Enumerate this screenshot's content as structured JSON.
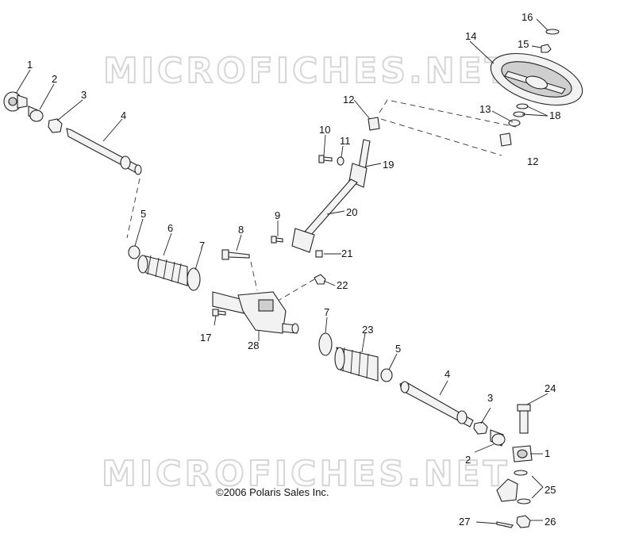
{
  "watermark_text": "MICROFICHES.NET",
  "copyright": "©2006 Polaris Sales Inc.",
  "callouts": [
    "1",
    "2",
    "3",
    "4",
    "5",
    "6",
    "7",
    "8",
    "9",
    "10",
    "11",
    "12",
    "13",
    "14",
    "15",
    "16",
    "17",
    "18",
    "19",
    "20",
    "21",
    "22",
    "23",
    "24",
    "25",
    "26",
    "27",
    "28"
  ],
  "parts": {
    "tie_rod_end": "1",
    "jam_nut": "2",
    "nut": "3",
    "tie_rod": "4",
    "clamp": "5",
    "boot": "6",
    "boot_clamp": "7",
    "bolt_long": "8",
    "bolt_small": "9",
    "bolt_ujoint": "10",
    "washer": "11",
    "bushing": "12",
    "washer_small": "13",
    "steering_wheel": "14",
    "wheel_nut": "15",
    "cap": "16",
    "bolt_rack": "17",
    "washers": "18",
    "u_joint_upper": "19",
    "shaft": "20",
    "nut_small": "21",
    "nut_flange": "22",
    "boot_right": "23",
    "bolt_right": "24",
    "bracket_washers": "25",
    "castle_nut": "26",
    "cotter_pin": "27",
    "rack_assembly": "28"
  }
}
